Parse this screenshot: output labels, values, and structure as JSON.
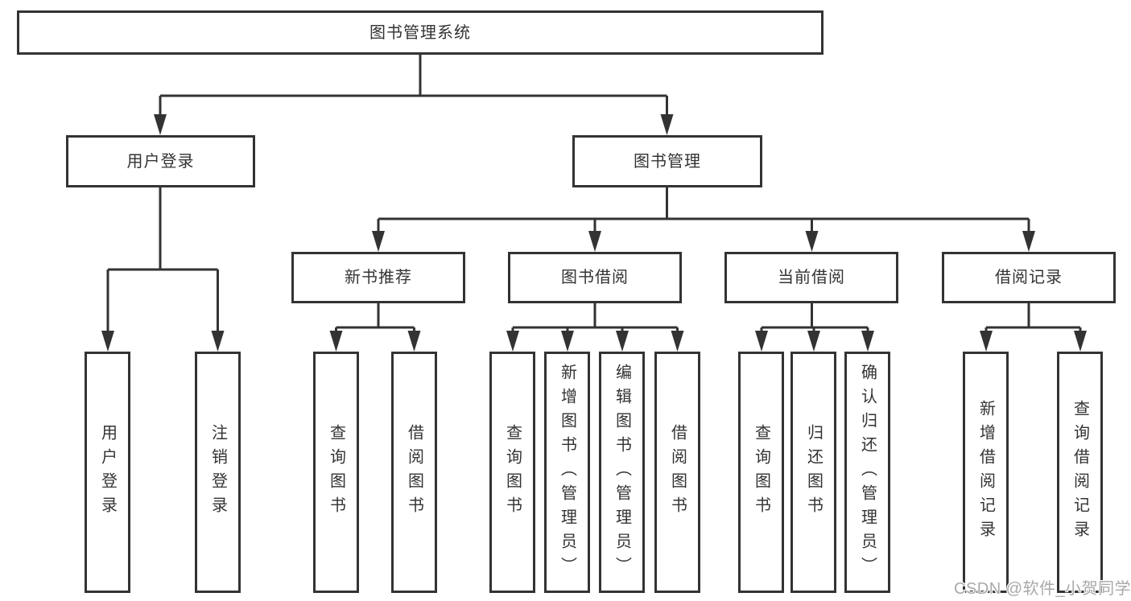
{
  "nodes": {
    "root": {
      "label": "图书管理系统"
    },
    "user_login": {
      "label": "用户登录"
    },
    "book_management": {
      "label": "图书管理"
    },
    "new_book_recommend": {
      "label": "新书推荐"
    },
    "book_borrowing": {
      "label": "图书借阅"
    },
    "current_borrowing": {
      "label": "当前借阅"
    },
    "borrowing_records": {
      "label": "借阅记录"
    },
    "leaf_user_login": {
      "label": "用户登录"
    },
    "leaf_logout": {
      "label": "注销登录"
    },
    "leaf_recommend_query_books": {
      "label": "查询图书"
    },
    "leaf_recommend_borrow_books": {
      "label": "借阅图书"
    },
    "leaf_borrowing_query_books": {
      "label": "查询图书"
    },
    "leaf_borrowing_add_books": {
      "label": "新增图书（管理员）"
    },
    "leaf_borrowing_edit_books": {
      "label": "编辑图书（管理员）"
    },
    "leaf_borrowing_borrow_books": {
      "label": "借阅图书"
    },
    "leaf_current_query_books": {
      "label": "查询图书"
    },
    "leaf_current_return_books": {
      "label": "归还图书"
    },
    "leaf_current_confirm_return": {
      "label": "确认归还（管理员）"
    },
    "leaf_records_add": {
      "label": "新增借阅记录"
    },
    "leaf_records_query": {
      "label": "查询借阅记录"
    }
  },
  "watermark": {
    "text": "CSDN @软件_小贺同学"
  },
  "colors": {
    "line": "#333333",
    "node_border": "#333333",
    "text": "#333333",
    "background": "#ffffff",
    "watermark": "#a9a9a9"
  }
}
